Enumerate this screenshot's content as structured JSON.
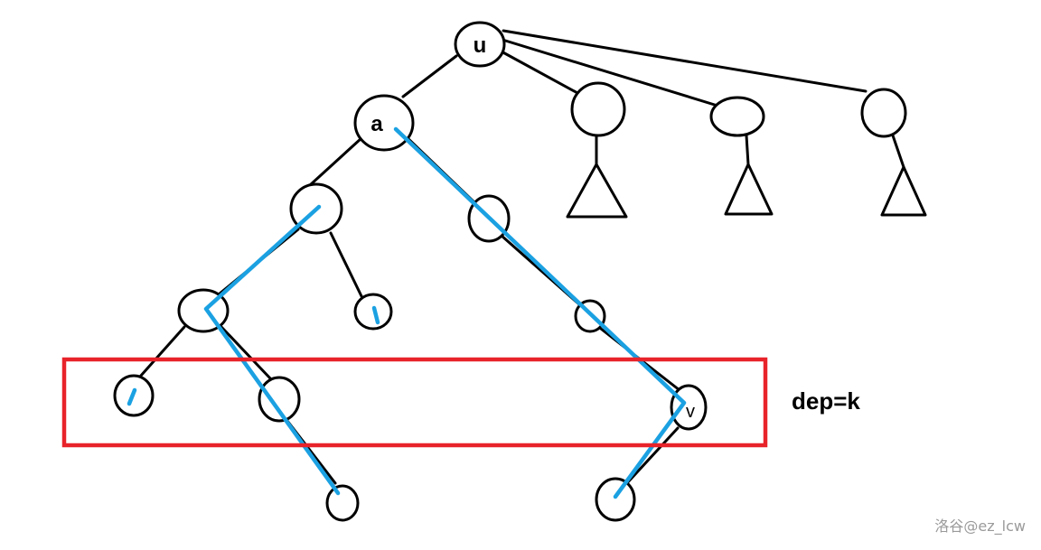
{
  "colors": {
    "stroke": "#000000",
    "path": "#1ba1e2",
    "highlight": "#e8232a",
    "watermark": "#9a9a9a"
  },
  "nodes": {
    "u": "u",
    "a": "a",
    "v": "v"
  },
  "annotation": {
    "depth_label": "dep=k"
  },
  "watermark": "洛谷@ez_lcw"
}
